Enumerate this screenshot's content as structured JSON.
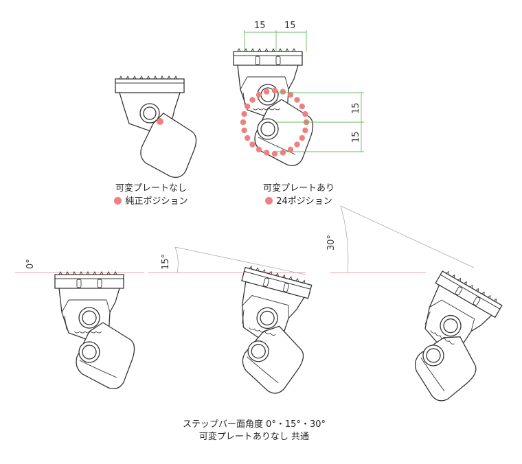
{
  "figure": {
    "caption_top_left_line1": "可変プレートなし",
    "caption_top_left_line2": "純正ポジション",
    "caption_top_right_line1": "可変プレートあり",
    "caption_top_right_line2": "24ポジション",
    "dimension_label": "15",
    "angle_0": "0°",
    "angle_15": "15°",
    "angle_30": "30°",
    "footer_line1": "ステップバー面角度 0°・15°・30°",
    "footer_line2": "可変プレートありなし 共通",
    "marker_color": "#f08080",
    "dimension_color": "#66bb66",
    "line_color": "#333333"
  }
}
